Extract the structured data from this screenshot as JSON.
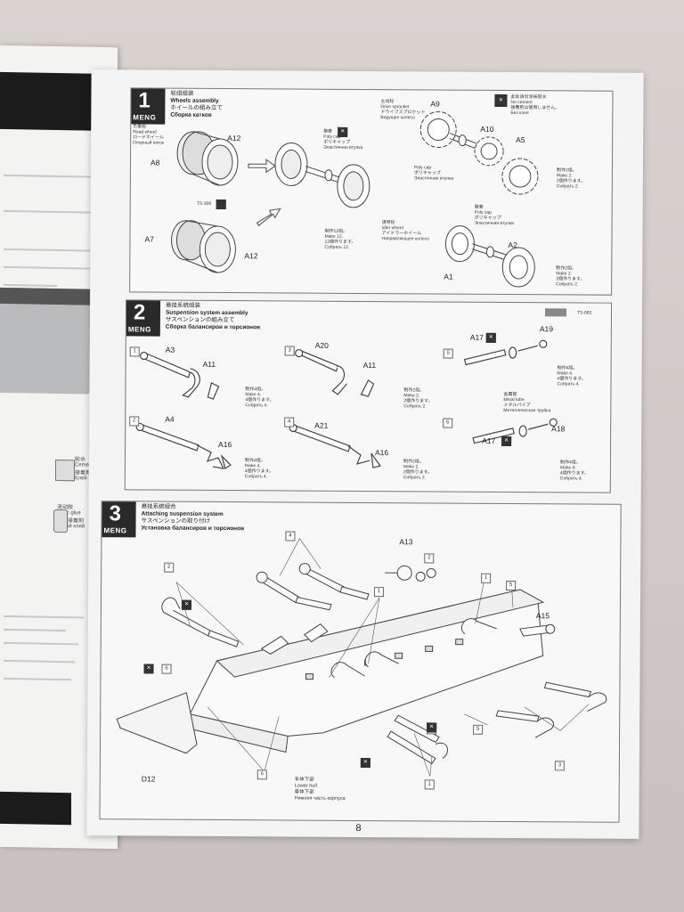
{
  "page_number": "8",
  "brand": "MENG",
  "left_page": {
    "cement_label": [
      "胶水",
      "Cement",
      "接着剤",
      "Клей"
    ],
    "glue_label": [
      "流动胶",
      "crylic glue",
      "流動接着剤",
      "стный клей"
    ]
  },
  "step1": {
    "num": "1",
    "title_zh": "轮组组装",
    "title_en": "Wheels assembly",
    "title_ja": "ホイールの組み立て",
    "title_ru": "Сборка катков",
    "parts": [
      "A12",
      "A8",
      "A7",
      "A12",
      "A9",
      "A10",
      "A5",
      "A1",
      "A2"
    ],
    "road_wheel_label": [
      "负重轮",
      "Road wheel",
      "ロードホイール",
      "Опорный каток"
    ],
    "drive_sprocket_label": [
      "主动轮",
      "Drive sprocket",
      "ドライブスプロケット",
      "Ведущее колесо"
    ],
    "idler_label": [
      "诱导轮",
      "Idler wheel",
      "アイドラーホイール",
      "Направляющее колесо"
    ],
    "poly_cap_label": [
      "聚套",
      "Poly cap",
      "ポリキャップ",
      "Эластичная втулка"
    ],
    "no_cement": [
      "此处请勿涂抹胶水",
      "No cement",
      "接着剤は使用しません。",
      "Без клея"
    ],
    "make12": [
      "制作12组。",
      "Make 12.",
      "12個作ります。",
      "Собрать 12."
    ],
    "make2": [
      "制作2组。",
      "Make 2.",
      "2個作ります。",
      "Собрать 2."
    ],
    "color_code": "TS-306"
  },
  "step2": {
    "num": "2",
    "title_zh": "悬挂系统组装",
    "title_en": "Suspension system assembly",
    "title_ja": "サスペンションの組み立て",
    "title_ru": "Сборка балансиров и торсионов",
    "color_code": "TS-082",
    "sub_tags": [
      "1",
      "2",
      "3",
      "4",
      "5",
      "6"
    ],
    "parts": [
      "A3",
      "A11",
      "A20",
      "A11",
      "A17",
      "A19",
      "A4",
      "A16",
      "A21",
      "A16",
      "A17",
      "A18"
    ],
    "make4": [
      "制作4组。",
      "Make 4.",
      "4個作ります。",
      "Собрать 4."
    ],
    "make2": [
      "制作2组。",
      "Make 2.",
      "2個作ります。",
      "Собрать 2."
    ],
    "metal_tube": [
      "金属管",
      "Metal tube",
      "メタルパイプ",
      "Металлическая трубка"
    ]
  },
  "step3": {
    "num": "3",
    "title_zh": "悬挂系统组合",
    "title_en": "Attaching suspension system",
    "title_ja": "サスペンションの取り付け",
    "title_ru": "Установка балансиров и торсионов",
    "parts": [
      "A13",
      "A15",
      "D12"
    ],
    "sub_tags": [
      "2",
      "4",
      "1",
      "5",
      "3",
      "6"
    ],
    "lower_hull": [
      "车体下部",
      "Lower hull",
      "車体下部",
      "Нижняя часть корпуса"
    ]
  }
}
